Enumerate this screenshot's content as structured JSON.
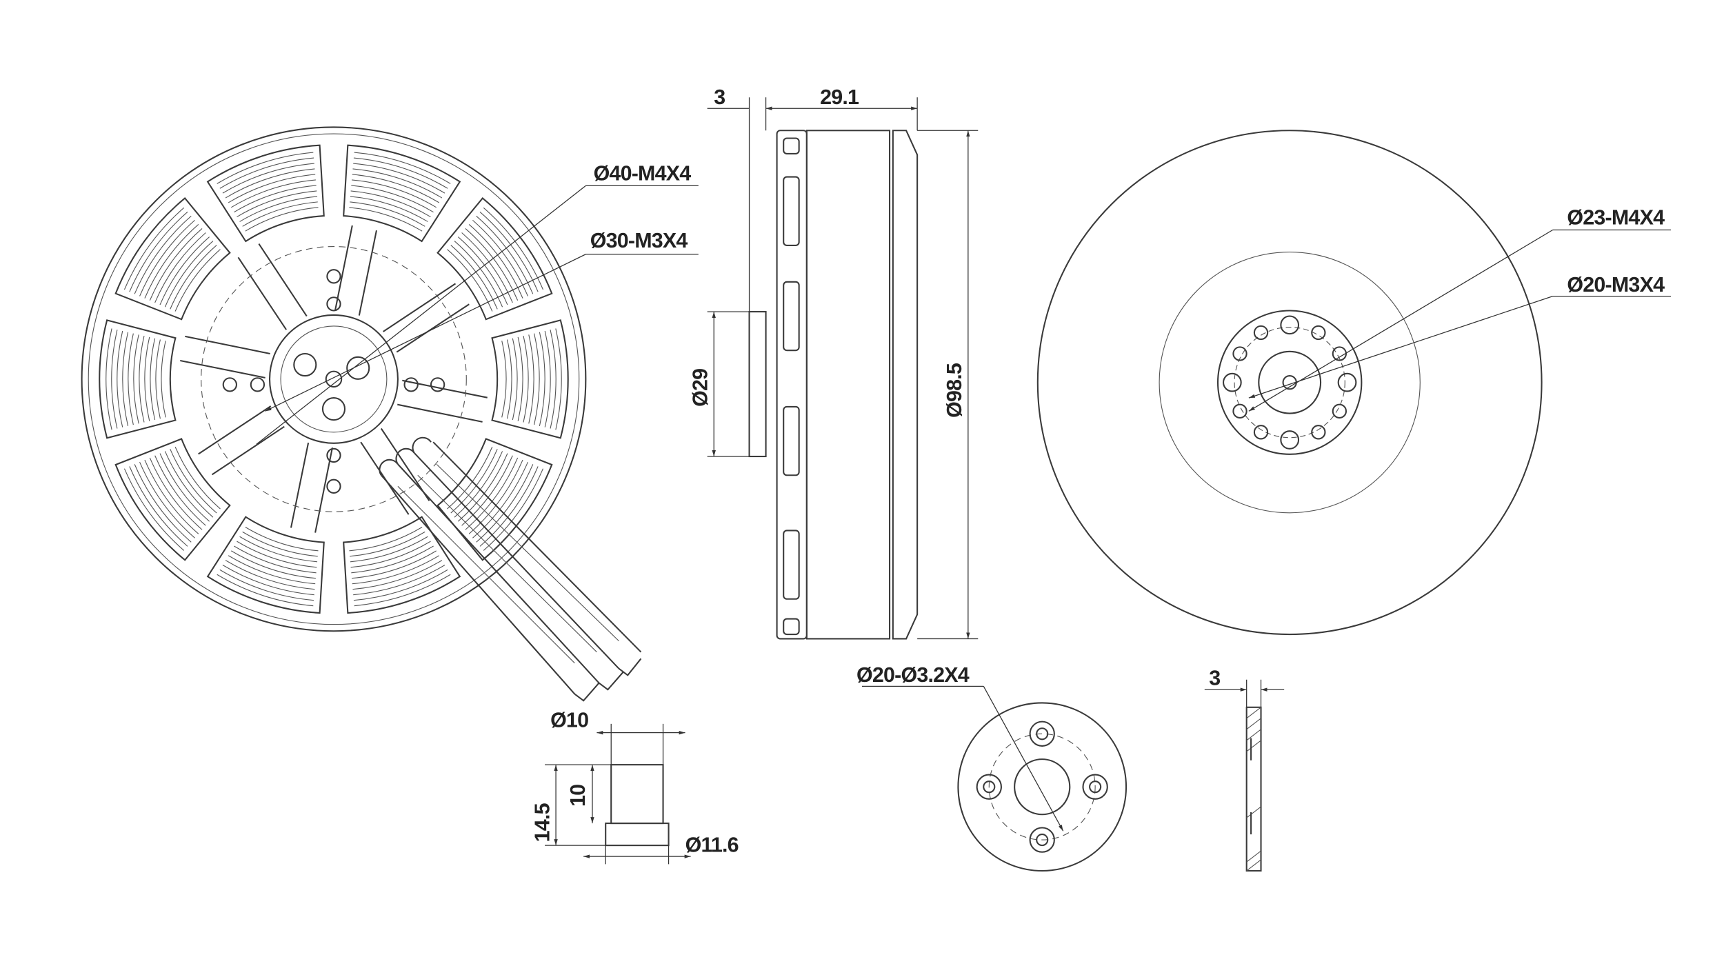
{
  "front_view": {
    "callouts": [
      {
        "label": "Ø40-M4X4"
      },
      {
        "label": "Ø30-M3X4"
      }
    ],
    "stator_pads": 10,
    "lead_wires": 3
  },
  "side_view": {
    "dim_shaft_thickness": "3",
    "dim_height": "29.1",
    "dim_shaft_diameter": "Ø29",
    "dim_outer_diameter": "Ø98.5"
  },
  "rear_view": {
    "callouts": [
      {
        "label": "Ø23-M4X4"
      },
      {
        "label": "Ø20-M3X4"
      }
    ]
  },
  "bushing": {
    "dim_diameter": "Ø10",
    "dim_total_height": "14.5",
    "dim_body_height": "10",
    "dim_flange_diameter": "Ø11.6"
  },
  "mount_plate": {
    "callout": "Ø20-Ø3.2X4",
    "holes": 4
  },
  "washer_section": {
    "dim_thickness": "3"
  },
  "colors": {
    "line": "#3a3a3a",
    "background": "#ffffff"
  }
}
